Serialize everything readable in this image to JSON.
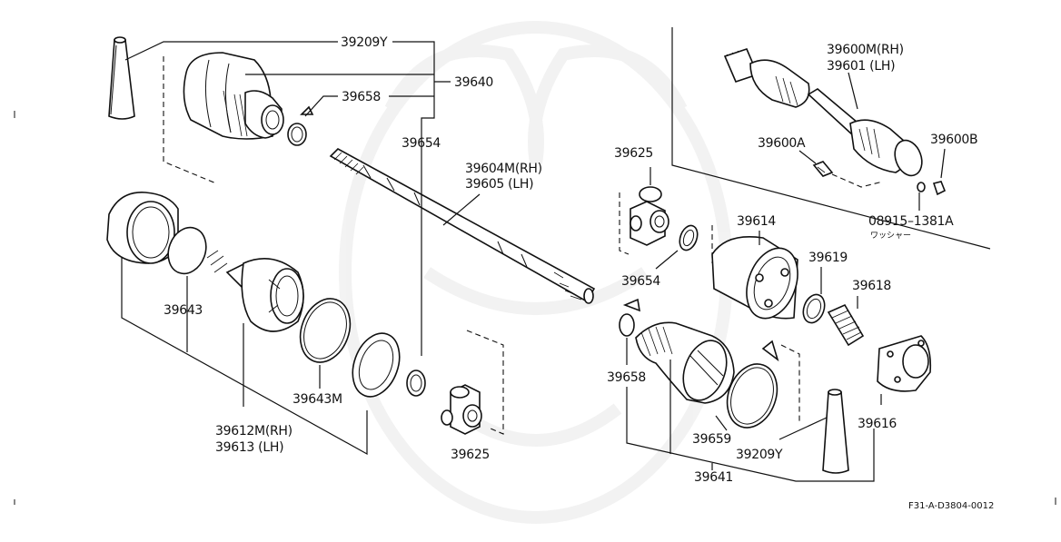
{
  "diagram": {
    "labels": {
      "boot_band_top": "39209Y",
      "inner_boot": "39640",
      "inner_band_small": "39658",
      "inner_circlip_line": "39654",
      "shaft_rh": "39604M(RH)",
      "shaft_lh": "39605  (LH)",
      "inner_joint_rh": "39612M(RH)",
      "inner_joint_lh": "39613   (LH)",
      "oring_small": "39643",
      "oring_large": "39643M",
      "spider_bottom": "39625",
      "spider_top": "39625",
      "circlip_right": "39654",
      "assy_rh": "39600M(RH)",
      "assy_lh": "39601   (LH)",
      "bolt": "39600A",
      "nut": "39600B",
      "washer_part": "08915–1381A",
      "washer_jp": "ワッシャー",
      "housing": "39614",
      "ring_619": "39619",
      "ring_618": "39618",
      "outer_band_small": "39658",
      "outer_band_large": "39659",
      "outer_boot": "39641",
      "boot_band_bottom": "39209Y",
      "flange": "39616"
    },
    "figure_code": "F31-A-D3804-0012"
  }
}
